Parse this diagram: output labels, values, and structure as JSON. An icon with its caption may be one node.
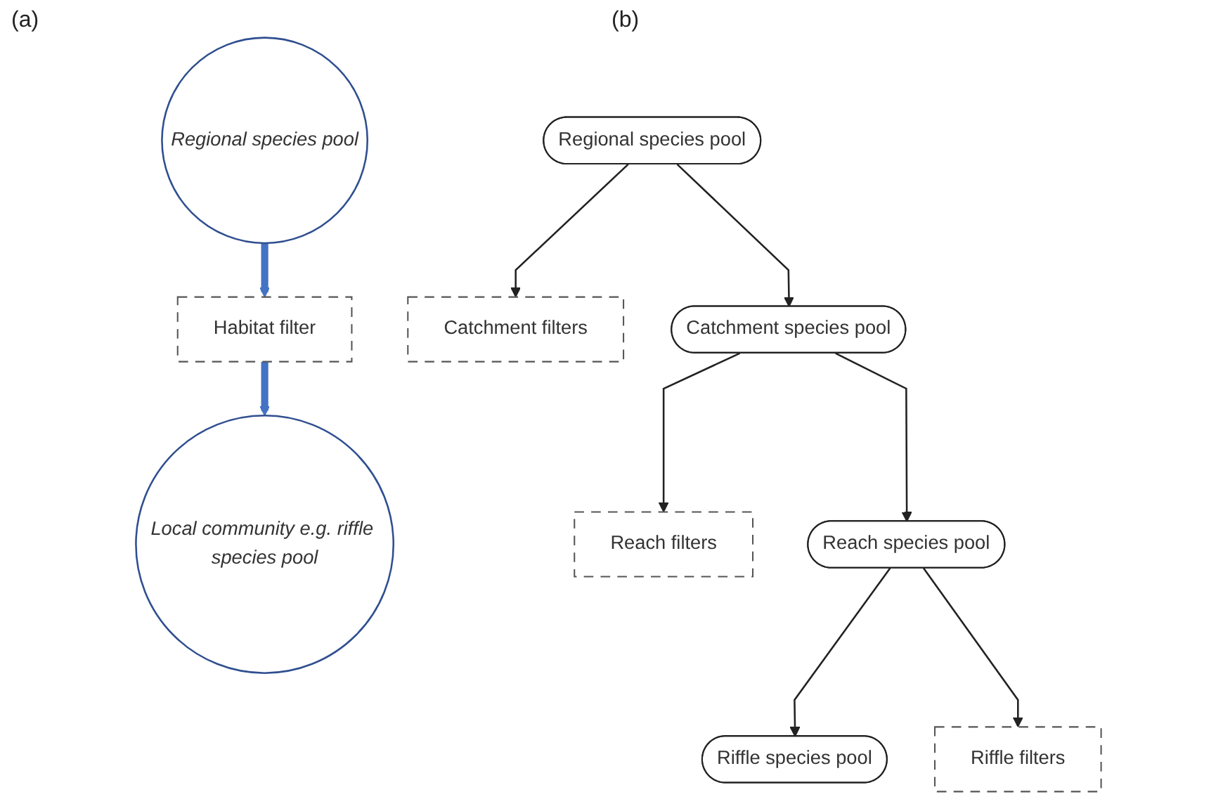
{
  "diagram": {
    "nodes": [
      {
        "text": [
          "Regional species pool"
        ]
      },
      {
        "text": [
          "Habitat filter"
        ]
      },
      {
        "text": [
          "Local community e.g. riffle species pool"
        ]
      },
      {
        "text": [
          "Regional species pool"
        ]
      },
      {
        "text": [
          "Catchment filters"
        ]
      },
      {
        "text": [
          "Catchment species pool"
        ]
      },
      {
        "text": [
          "Reach filters"
        ]
      },
      {
        "text": [
          "Reach species pool"
        ]
      },
      {
        "text": [
          "Riffle filters"
        ]
      },
      {
        "text": [
          "Riffle species pool"
        ]
      }
    ],
    "edges": [
      {
        "from": 0,
        "to": 1,
        "arrow": "to",
        "style": "thick",
        "color": "#4472c4"
      },
      {
        "from": 1,
        "to": 2,
        "arrow": "to",
        "style": "thick",
        "color": "#4472c4"
      },
      {
        "from": 3,
        "to": 5,
        "arrow": "to"
      },
      {
        "from": 3,
        "to": 4,
        "arrow": "to"
      },
      {
        "from": 5,
        "to": 7,
        "arrow": "to"
      },
      {
        "from": 5,
        "to": 6,
        "arrow": "to"
      },
      {
        "from": 7,
        "to": 9,
        "arrow": "to"
      },
      {
        "from": 7,
        "to": 8,
        "arrow": "to"
      }
    ],
    "labels": [
      "(a)",
      "(b)"
    ]
  }
}
